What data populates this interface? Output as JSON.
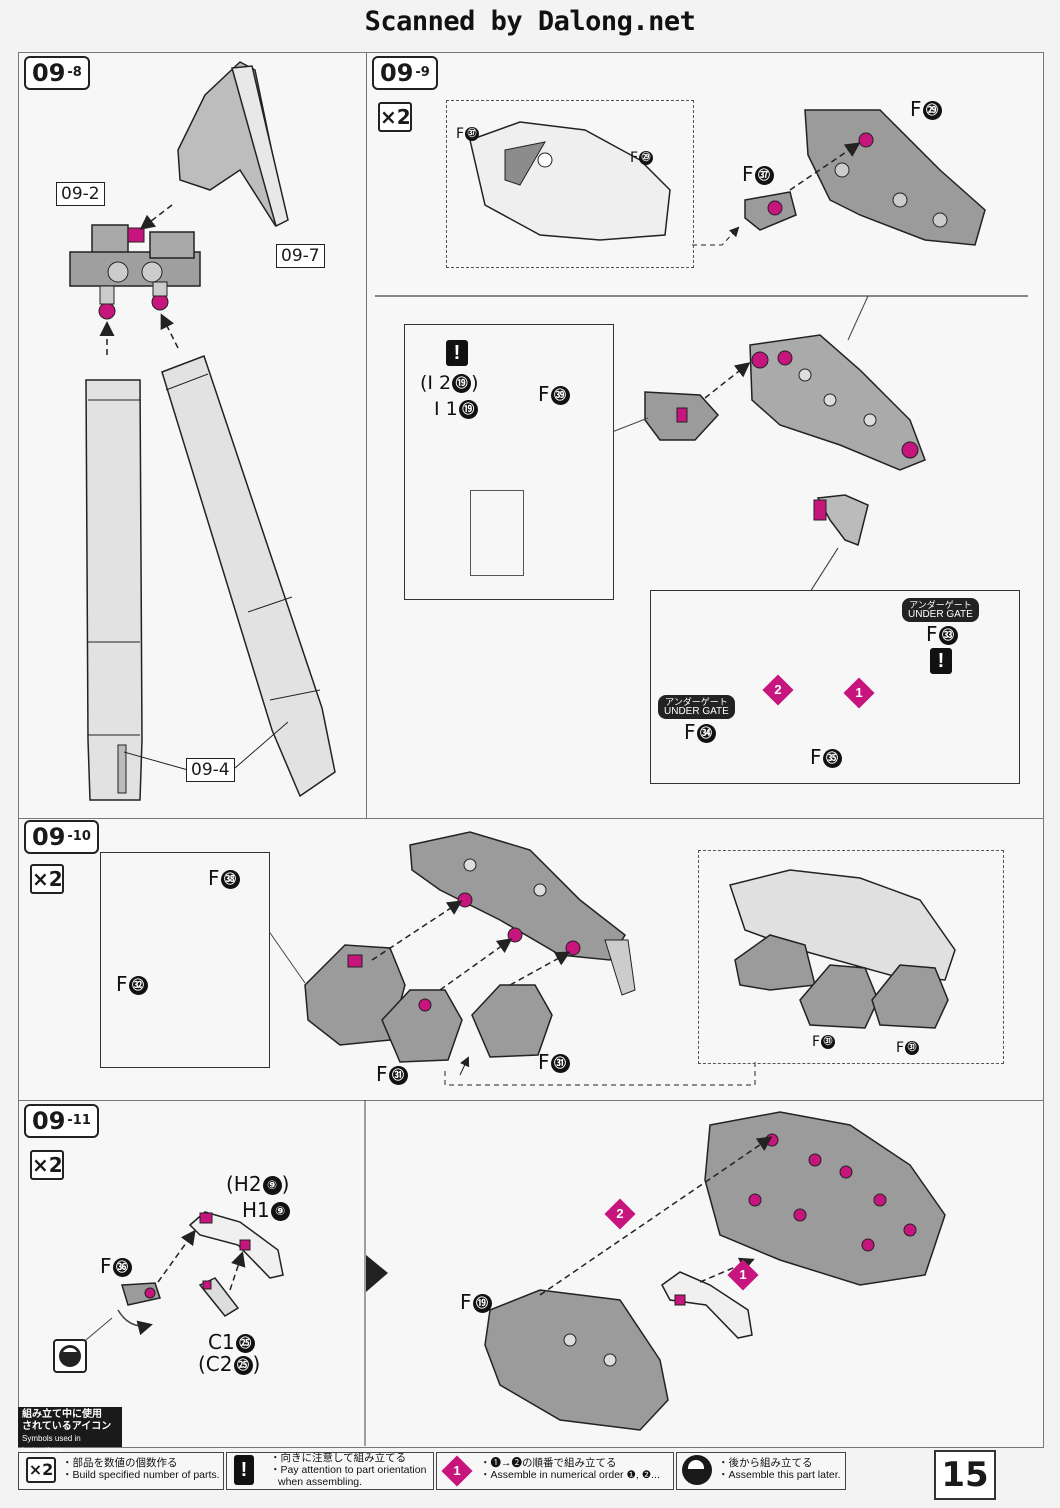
{
  "watermark": "Scanned by Dalong.net",
  "page_number": "15",
  "colors": {
    "accent": "#c7157e",
    "part_fill": "#9a9a9a",
    "part_light": "#e4e4e4"
  },
  "steps": {
    "s8": {
      "tag_main": "09",
      "tag_sub": "-8",
      "callout_top": "09-2",
      "callout_right": "09-7",
      "callout_bottom": "09-4"
    },
    "s9": {
      "tag_main": "09",
      "tag_sub": "-9",
      "qty": "×2",
      "f29_small": "F",
      "f29_small_num": "㉙",
      "f37_small": "F",
      "f37_small_num": "㊲",
      "f37": "F",
      "f37_num": "㊲",
      "f29": "F",
      "f29_num": "㉙",
      "i2_label": "(I 2",
      "i2_num": "⑲",
      "i2_close": ")",
      "i1_label": "I 1",
      "i1_num": "⑲",
      "f39": "F",
      "f39_num": "㊴",
      "under_gate_jp": "アンダーゲート",
      "under_gate_en": "UNDER GATE",
      "f33": "F",
      "f33_num": "㉝",
      "f34": "F",
      "f34_num": "㉞",
      "f35": "F",
      "f35_num": "㉟",
      "step1": "1",
      "step2": "2"
    },
    "s10": {
      "tag_main": "09",
      "tag_sub": "-10",
      "qty": "×2",
      "f38": "F",
      "f38_num": "㊳",
      "f32": "F",
      "f32_num": "㉜",
      "f31a": "F",
      "f31a_num": "㉛",
      "f31b": "F",
      "f31b_num": "㉛",
      "f31c": "F",
      "f31c_num": "㉛",
      "f31d": "F",
      "f31d_num": "㉛"
    },
    "s11": {
      "tag_main": "09",
      "tag_sub": "-11",
      "qty": "×2",
      "h2_label": "(H2",
      "h2_num": "⑨",
      "h2_close": ")",
      "h1_label": "H1",
      "h1_num": "⑨",
      "f36": "F",
      "f36_num": "㊱",
      "c1_label": "C1",
      "c1_num": "㉕",
      "c2_label": "(C2",
      "c2_num": "㉕",
      "c2_close": ")",
      "f19": "F",
      "f19_num": "⑲",
      "step1": "1",
      "step2": "2"
    }
  },
  "legend": {
    "title_jp_1": "組み立て中に使用",
    "title_jp_2": "されているアイコン",
    "title_en": "Symbols used in instructions",
    "items": [
      {
        "icon": "×2",
        "jp": "・部品を数値の個数作る",
        "en": "・Build specified number of parts."
      },
      {
        "icon": "!",
        "jp": "・向きに注意して組み立てる",
        "en": "・Pay attention to part orientation",
        "en2": "when assembling."
      },
      {
        "icon": "1",
        "jp": "・❶→❷の順番で組み立てる",
        "en": "・Assemble in numerical order ❶, ❷..."
      },
      {
        "icon": "back-assembly",
        "jp": "・後から組み立てる",
        "en": "・Assemble this part later."
      }
    ]
  }
}
